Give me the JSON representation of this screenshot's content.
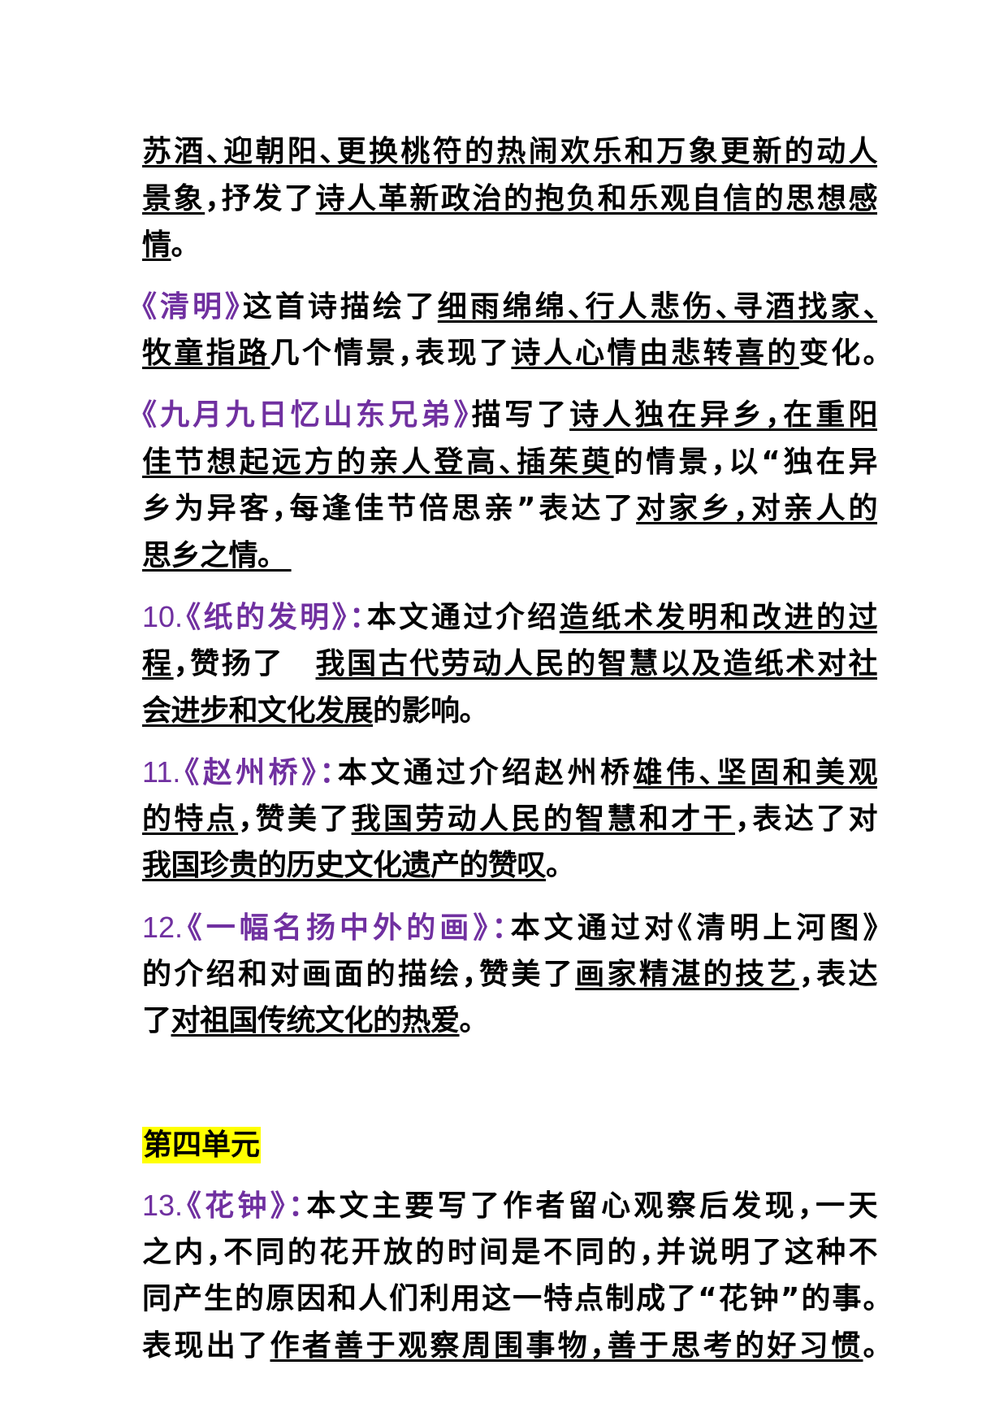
{
  "colors": {
    "title_purple": "#7030A0",
    "highlight_yellow": "#FFFF00",
    "text": "#000000"
  },
  "paragraphs": [
    {
      "lines": [
        [
          {
            "text": "苏酒、迎朝阳、更换桃符的热闹欢乐和万象更新的动人",
            "underline": true
          }
        ],
        [
          {
            "text": "景象",
            "underline": true
          },
          {
            "text": "，抒发了"
          },
          {
            "text": "诗人革新政治的抱负和乐观自信的思想感",
            "underline": true
          }
        ],
        [
          {
            "text": "情",
            "underline": true
          },
          {
            "text": "。"
          }
        ]
      ]
    },
    {
      "lines": [
        [
          {
            "text": "《清明》",
            "title": true
          },
          {
            "text": "这首诗描绘了"
          },
          {
            "text": "细雨绵绵、行人悲伤、寻酒找家、",
            "underline": true
          }
        ],
        [
          {
            "text": "牧童指路",
            "underline": true
          },
          {
            "text": "几个情景，表现了"
          },
          {
            "text": "诗人心情由悲转喜的",
            "underline": true
          },
          {
            "text": "变化。"
          }
        ]
      ]
    },
    {
      "lines": [
        [
          {
            "text": "《九月九日忆山东兄弟》",
            "title": true
          },
          {
            "text": "描写了"
          },
          {
            "text": "诗人独在异乡，在重阳",
            "underline": true
          }
        ],
        [
          {
            "text": "佳节想起远方的亲人登高、插茱萸",
            "underline": true
          },
          {
            "text": "的情景，以“独在异"
          }
        ],
        [
          {
            "text": "乡为异客，每逢佳节倍思亲”表达了"
          },
          {
            "text": "对家乡，对亲人的",
            "underline": true
          }
        ],
        [
          {
            "text": "思乡之情。  ",
            "underline": true
          }
        ]
      ]
    },
    {
      "lines": [
        [
          {
            "text": "10.",
            "title": true
          },
          {
            "text": "《纸的发明》：",
            "title": true
          },
          {
            "text": "本文通过介绍"
          },
          {
            "text": "造纸术发明和改进的过",
            "underline": true
          }
        ],
        [
          {
            "text": "程",
            "underline": true
          },
          {
            "text": "，赞扬了　"
          },
          {
            "text": "我国古代劳动人民的智慧以及造纸术对社",
            "underline": true
          }
        ],
        [
          {
            "text": "会进步和文化发展",
            "underline": true
          },
          {
            "text": "的影响。"
          }
        ]
      ]
    },
    {
      "lines": [
        [
          {
            "text": "11.",
            "title": true
          },
          {
            "text": "《赵州桥》：",
            "title": true
          },
          {
            "text": "本文通过介绍赵州桥"
          },
          {
            "text": "雄伟、坚固和美观",
            "underline": true
          }
        ],
        [
          {
            "text": "的特点",
            "underline": true
          },
          {
            "text": "，赞美了"
          },
          {
            "text": "我国劳动人民的智慧和才干",
            "underline": true
          },
          {
            "text": "，表达了对"
          }
        ],
        [
          {
            "text": "我国珍贵的历史文化遗产的赞叹",
            "underline": true
          },
          {
            "text": "。"
          }
        ]
      ]
    },
    {
      "lines": [
        [
          {
            "text": "12.",
            "title": true
          },
          {
            "text": "《一幅名扬中外的画》：",
            "title": true
          },
          {
            "text": "本文通过对《清明上河图》"
          }
        ],
        [
          {
            "text": "的介绍和对画面的描绘，赞美了"
          },
          {
            "text": "画家精湛的技艺",
            "underline": true
          },
          {
            "text": "，表达"
          }
        ],
        [
          {
            "text": "了"
          },
          {
            "text": "对祖国传统文化的热爱",
            "underline": true
          },
          {
            "text": "。"
          }
        ]
      ]
    }
  ],
  "section_heading": {
    "text": "第四单元",
    "highlight": "#FFFF00"
  },
  "section_paragraphs": [
    {
      "lines": [
        [
          {
            "text": "13.",
            "title": true
          },
          {
            "text": "《花钟》：",
            "title": true
          },
          {
            "text": "本文主要写了作者留心观察后发现，一天"
          }
        ],
        [
          {
            "text": "之内，不同的花开放的时间是不同的，并说明了这种不"
          }
        ],
        [
          {
            "text": "同产生的原因和人们利用这一特点制成了“花钟”的事。"
          }
        ],
        [
          {
            "text": "表现出了"
          },
          {
            "text": "作者善于观察周围事物，善于思考的好习惯",
            "underline": true
          },
          {
            "text": "。"
          }
        ]
      ]
    }
  ]
}
